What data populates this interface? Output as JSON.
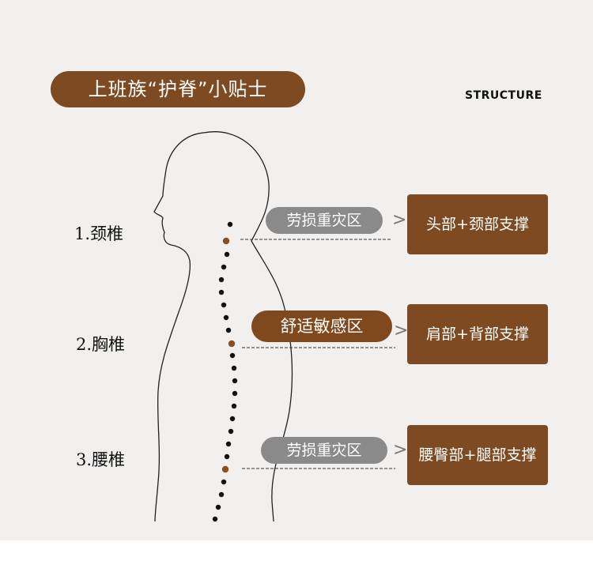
{
  "title": "上班族“护脊”小贴士",
  "structure_label": "STRUCTURE",
  "regions": [
    {
      "label": "1.颈椎",
      "tag": "劳损重灾区",
      "tag_style": "gray",
      "support": "头部+颈部支撑"
    },
    {
      "label": "2.胸椎",
      "tag": "舒适敏感区",
      "tag_style": "brown",
      "support": "肩部+背部支撑"
    },
    {
      "label": "3.腰椎",
      "tag": "劳损重灾区",
      "tag_style": "gray",
      "support": "腰臀部+腿部支撑"
    }
  ],
  "arrow_glyph": ">",
  "colors": {
    "brown": "#7e4a22",
    "gray_tag": "#8a8a8a",
    "background": "#f1f0ef",
    "spine_dot": "#111111",
    "marker_dot": "#8b4f1f"
  }
}
